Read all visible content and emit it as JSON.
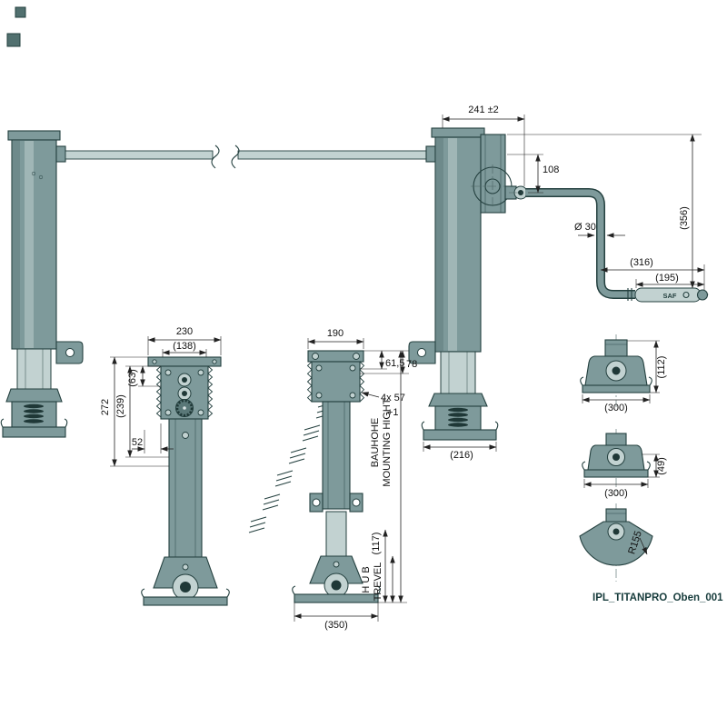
{
  "labels": {
    "drawing_id": "IPL_TITANPRO_Oben_001",
    "brand": "SAF"
  },
  "colors": {
    "bg": "#ffffff",
    "body": "#7e9a9b",
    "light": "#c2d2d1",
    "shade": "#5a7878",
    "deep": "#1f3837",
    "dark": "#24403f",
    "dim": "#222222",
    "text": "#111111"
  },
  "dims": {
    "leg_top_width": "241 ±2",
    "crank_offset": "108",
    "rod_diameter": "Ø 30",
    "crank_height": "(356)",
    "crank_reach": "(316)",
    "grip_length": "(195)",
    "front_width": "230",
    "front_inner_width": "(138)",
    "gear_span": "(63)",
    "plate_span": "(239)",
    "front_height": "272",
    "foot_offset": "52",
    "side_width": "190",
    "hole_offset_top": "61,5",
    "edge_offset_top": "78",
    "bolt_pattern": "4x 57",
    "bolt_tolerance": "+1",
    "mounting_height_line1": "BAUHOHE",
    "mounting_height_line2": "MOUNTING HIGHT",
    "hub_line1": "H U B",
    "hub_line2": "TREVEL",
    "foot_drop": "(117)",
    "side_base_width": "(350)",
    "leg_base_width": "(216)",
    "foot_plate_width_top": "(300)",
    "foot_plate_height_top": "(112)",
    "foot_plate_width_mid": "(300)",
    "foot_plate_height_mid": "(49)",
    "rocker_radius": "R155"
  }
}
